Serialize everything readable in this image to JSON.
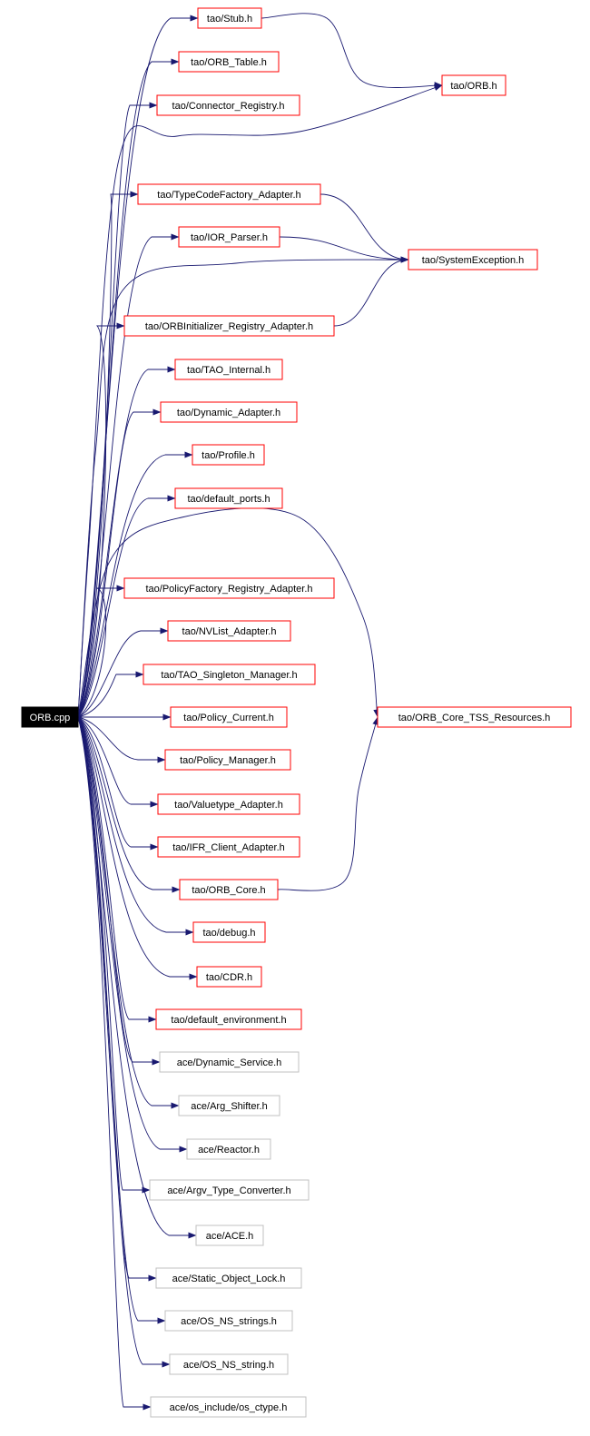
{
  "colors": {
    "edge": "#191970",
    "tao_border": "#ff0000",
    "ace_border": "#c0c0c0",
    "root_fill": "#000000",
    "root_text": "#ffffff",
    "text": "#000000",
    "box_fill": "#ffffff"
  },
  "root": {
    "id": "orb_cpp",
    "label": "ORB.cpp"
  },
  "nodes": [
    {
      "id": "stub",
      "label": "tao/Stub.h",
      "kind": "tao"
    },
    {
      "id": "orb_table",
      "label": "tao/ORB_Table.h",
      "kind": "tao"
    },
    {
      "id": "conn_reg",
      "label": "tao/Connector_Registry.h",
      "kind": "tao"
    },
    {
      "id": "orb_h",
      "label": "tao/ORB.h",
      "kind": "tao"
    },
    {
      "id": "tcf_adapter",
      "label": "tao/TypeCodeFactory_Adapter.h",
      "kind": "tao"
    },
    {
      "id": "ior_parser",
      "label": "tao/IOR_Parser.h",
      "kind": "tao"
    },
    {
      "id": "sysexc",
      "label": "tao/SystemException.h",
      "kind": "tao"
    },
    {
      "id": "orbinit_reg",
      "label": "tao/ORBInitializer_Registry_Adapter.h",
      "kind": "tao"
    },
    {
      "id": "tao_internal",
      "label": "tao/TAO_Internal.h",
      "kind": "tao"
    },
    {
      "id": "dyn_adapter",
      "label": "tao/Dynamic_Adapter.h",
      "kind": "tao"
    },
    {
      "id": "profile",
      "label": "tao/Profile.h",
      "kind": "tao"
    },
    {
      "id": "def_ports",
      "label": "tao/default_ports.h",
      "kind": "tao"
    },
    {
      "id": "polfac_reg",
      "label": "tao/PolicyFactory_Registry_Adapter.h",
      "kind": "tao"
    },
    {
      "id": "nvlist",
      "label": "tao/NVList_Adapter.h",
      "kind": "tao"
    },
    {
      "id": "singleton",
      "label": "tao/TAO_Singleton_Manager.h",
      "kind": "tao"
    },
    {
      "id": "pol_current",
      "label": "tao/Policy_Current.h",
      "kind": "tao"
    },
    {
      "id": "tss_res",
      "label": "tao/ORB_Core_TSS_Resources.h",
      "kind": "tao"
    },
    {
      "id": "pol_manager",
      "label": "tao/Policy_Manager.h",
      "kind": "tao"
    },
    {
      "id": "valuetype",
      "label": "tao/Valuetype_Adapter.h",
      "kind": "tao"
    },
    {
      "id": "ifr_client",
      "label": "tao/IFR_Client_Adapter.h",
      "kind": "tao"
    },
    {
      "id": "orb_core",
      "label": "tao/ORB_Core.h",
      "kind": "tao"
    },
    {
      "id": "debug",
      "label": "tao/debug.h",
      "kind": "tao"
    },
    {
      "id": "cdr",
      "label": "tao/CDR.h",
      "kind": "tao"
    },
    {
      "id": "def_env",
      "label": "tao/default_environment.h",
      "kind": "tao"
    },
    {
      "id": "dyn_service",
      "label": "ace/Dynamic_Service.h",
      "kind": "ace"
    },
    {
      "id": "arg_shifter",
      "label": "ace/Arg_Shifter.h",
      "kind": "ace"
    },
    {
      "id": "reactor",
      "label": "ace/Reactor.h",
      "kind": "ace"
    },
    {
      "id": "argv_conv",
      "label": "ace/Argv_Type_Converter.h",
      "kind": "ace"
    },
    {
      "id": "ace_h",
      "label": "ace/ACE.h",
      "kind": "ace"
    },
    {
      "id": "static_lock",
      "label": "ace/Static_Object_Lock.h",
      "kind": "ace"
    },
    {
      "id": "ns_strings",
      "label": "ace/OS_NS_strings.h",
      "kind": "ace"
    },
    {
      "id": "ns_string",
      "label": "ace/OS_NS_string.h",
      "kind": "ace"
    },
    {
      "id": "os_ctype",
      "label": "ace/os_include/os_ctype.h",
      "kind": "ace"
    }
  ],
  "edges": [
    [
      "orb_cpp",
      "stub"
    ],
    [
      "orb_cpp",
      "orb_table"
    ],
    [
      "orb_cpp",
      "conn_reg"
    ],
    [
      "orb_cpp",
      "orb_h"
    ],
    [
      "orb_cpp",
      "tcf_adapter"
    ],
    [
      "orb_cpp",
      "ior_parser"
    ],
    [
      "orb_cpp",
      "sysexc"
    ],
    [
      "orb_cpp",
      "orbinit_reg"
    ],
    [
      "orb_cpp",
      "tao_internal"
    ],
    [
      "orb_cpp",
      "dyn_adapter"
    ],
    [
      "orb_cpp",
      "profile"
    ],
    [
      "orb_cpp",
      "def_ports"
    ],
    [
      "orb_cpp",
      "tss_res"
    ],
    [
      "orb_cpp",
      "polfac_reg"
    ],
    [
      "orb_cpp",
      "nvlist"
    ],
    [
      "orb_cpp",
      "singleton"
    ],
    [
      "orb_cpp",
      "pol_current"
    ],
    [
      "orb_cpp",
      "pol_manager"
    ],
    [
      "orb_cpp",
      "valuetype"
    ],
    [
      "orb_cpp",
      "ifr_client"
    ],
    [
      "orb_cpp",
      "orb_core"
    ],
    [
      "orb_cpp",
      "debug"
    ],
    [
      "orb_cpp",
      "cdr"
    ],
    [
      "orb_cpp",
      "def_env"
    ],
    [
      "orb_cpp",
      "dyn_service"
    ],
    [
      "orb_cpp",
      "arg_shifter"
    ],
    [
      "orb_cpp",
      "reactor"
    ],
    [
      "orb_cpp",
      "argv_conv"
    ],
    [
      "orb_cpp",
      "ace_h"
    ],
    [
      "orb_cpp",
      "static_lock"
    ],
    [
      "orb_cpp",
      "ns_strings"
    ],
    [
      "orb_cpp",
      "ns_string"
    ],
    [
      "orb_cpp",
      "os_ctype"
    ],
    [
      "stub",
      "orb_h"
    ],
    [
      "tcf_adapter",
      "sysexc"
    ],
    [
      "ior_parser",
      "sysexc"
    ],
    [
      "orbinit_reg",
      "sysexc"
    ],
    [
      "orb_core",
      "tss_res"
    ]
  ]
}
